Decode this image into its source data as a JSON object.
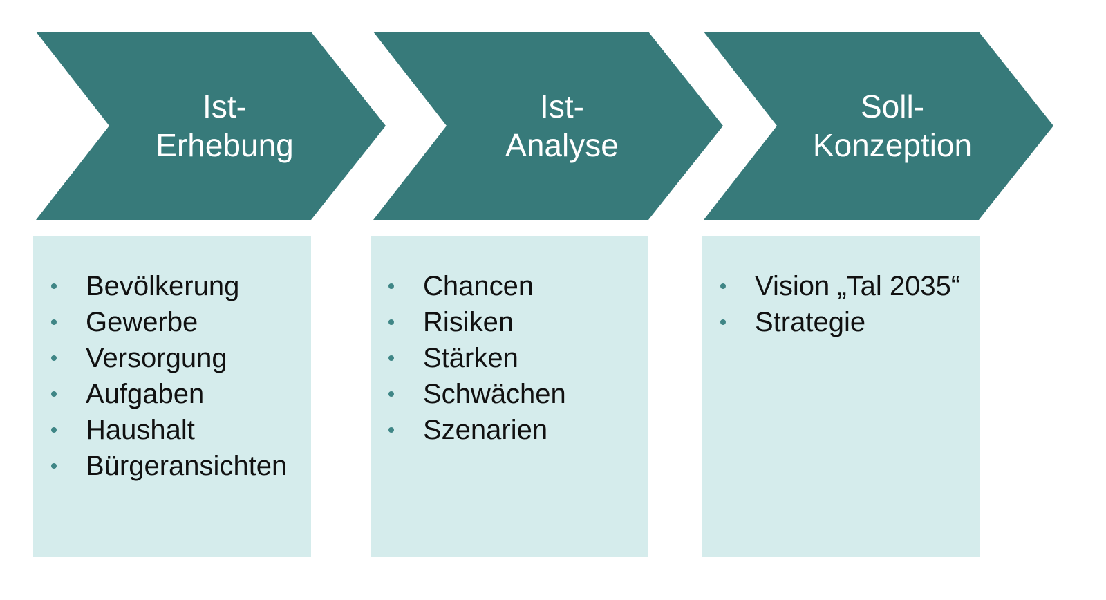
{
  "colors": {
    "chevron": "#377a7a",
    "panel": "#d5ecec",
    "bullet": "#3f8686",
    "text": "#111111",
    "title": "#ffffff"
  },
  "steps": [
    {
      "title_line1": "Ist-",
      "title_line2": "Erhebung",
      "items": [
        "Bevölkerung",
        "Gewerbe",
        "Versorgung",
        "Aufgaben",
        "Haushalt",
        "Bürgeransichten"
      ]
    },
    {
      "title_line1": "Ist-",
      "title_line2": "Analyse",
      "items": [
        "Chancen",
        "Risiken",
        "Stärken",
        "Schwächen",
        "Szenarien"
      ]
    },
    {
      "title_line1": "Soll-",
      "title_line2": "Konzeption",
      "items": [
        "Vision „Tal 2035“",
        "Strategie"
      ]
    }
  ]
}
